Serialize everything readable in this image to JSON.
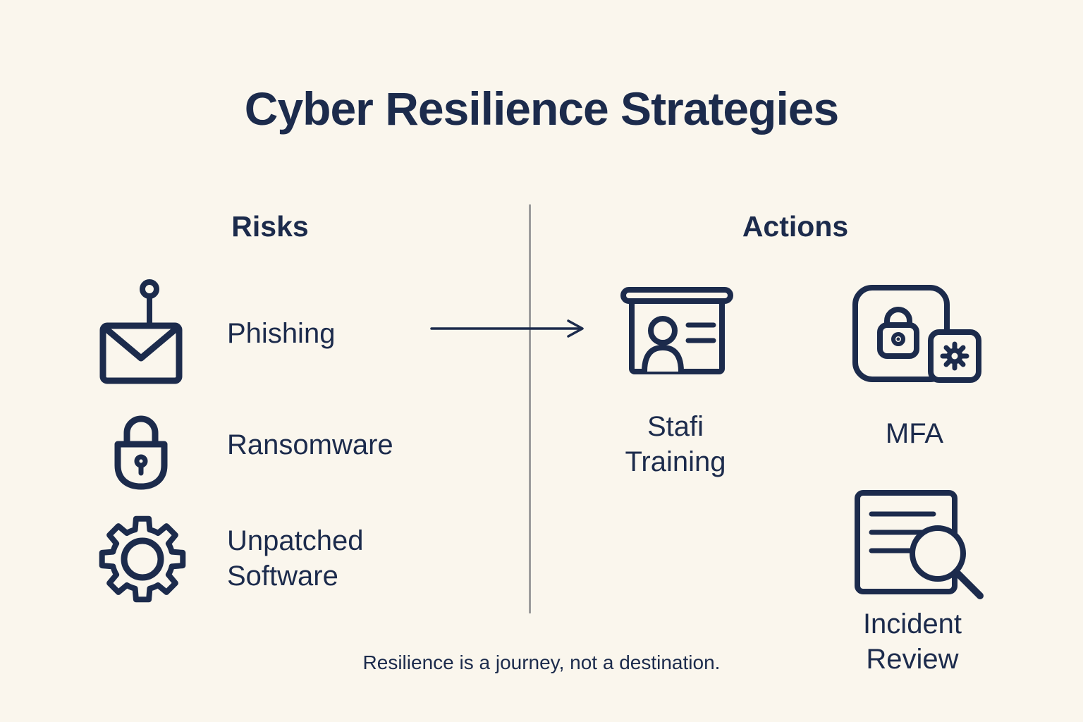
{
  "title": "Cyber Resilience Strategies",
  "risks": {
    "header": "Risks",
    "items": [
      {
        "label": "Phishing",
        "icon": "phishing-email-hook-icon"
      },
      {
        "label": "Ransomware",
        "icon": "ransomware-padlock-icon"
      },
      {
        "label": "Unpatched\nSoftware",
        "icon": "unpatched-software-gear-icon"
      }
    ]
  },
  "actions": {
    "header": "Actions",
    "items": [
      {
        "label": "Stafi\nTraining",
        "icon": "staff-training-presentation-icon"
      },
      {
        "label": "MFA",
        "icon": "mfa-lock-gear-icon"
      },
      {
        "label": "Incident\nReview",
        "icon": "incident-review-document-magnifier-icon"
      }
    ]
  },
  "caption": "Resilience is a journey, not a destination.",
  "connector": {
    "from": "Phishing",
    "to": "Actions",
    "type": "arrow-right"
  },
  "colors": {
    "background": "#faf6ed",
    "ink": "#1c2b4c",
    "divider": "#9c9c9c"
  }
}
